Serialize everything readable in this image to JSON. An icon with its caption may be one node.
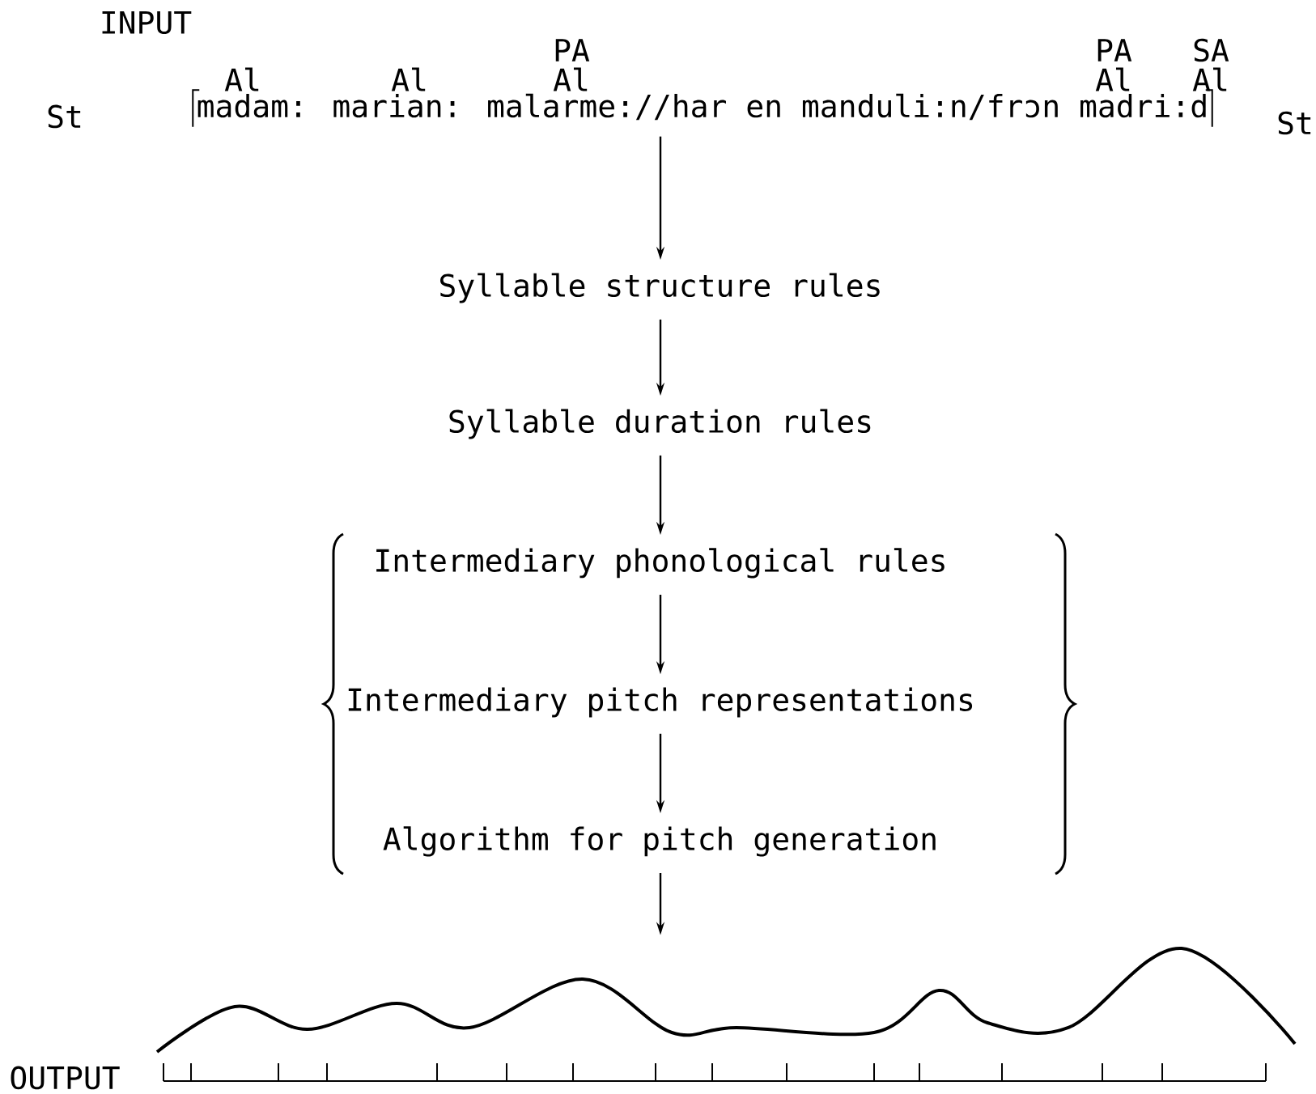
{
  "diagram": {
    "nodes": [
      {
        "text": [
          "madam: marian: malarme://har en manduli:n/frɔn madri:d"
        ]
      },
      {
        "text": [
          "Syllable structure rules"
        ]
      },
      {
        "text": [
          "Syllable duration rules"
        ]
      },
      {
        "text": [
          "Intermediary phonological rules"
        ]
      },
      {
        "text": [
          "Intermediary pitch representations"
        ]
      },
      {
        "text": [
          "Algorithm for pitch generation"
        ]
      },
      {
        "text": [],
        "shape": "picture"
      }
    ],
    "edges": [
      {
        "from": 0,
        "to": 1,
        "arrow": "to"
      },
      {
        "from": 1,
        "to": 2,
        "arrow": "to"
      },
      {
        "from": 2,
        "to": 3,
        "arrow": "to"
      },
      {
        "from": 3,
        "to": 4,
        "arrow": "to"
      },
      {
        "from": 4,
        "to": 5,
        "arrow": "to"
      },
      {
        "from": 5,
        "to": 6,
        "arrow": "to"
      }
    ],
    "labels": [
      "INPUT",
      "PA",
      "PA",
      "SA",
      "Al",
      "Al",
      "Al",
      "Al",
      "Al",
      "St",
      "St",
      "OUTPUT"
    ]
  }
}
